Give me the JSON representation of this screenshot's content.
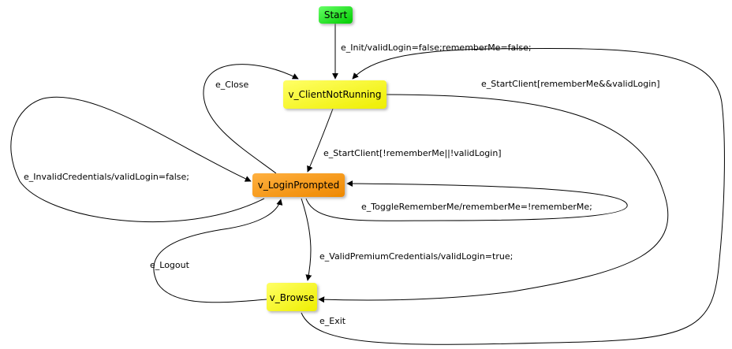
{
  "nodes": {
    "start": {
      "label": "Start",
      "color": "#00ee00"
    },
    "client_not_running": {
      "label": "v_ClientNotRunning",
      "color": "#ffff00"
    },
    "login_prompted": {
      "label": "v_LoginPrompted",
      "color": "#ff9900"
    },
    "browse": {
      "label": "v_Browse",
      "color": "#ffff00"
    }
  },
  "edges": {
    "init": "e_Init/validLogin=false;rememberMe=false;",
    "close": "e_Close",
    "start_client_valid": "e_StartClient[rememberMe&&validLogin]",
    "start_client_invalid": "e_StartClient[!rememberMe||!validLogin]",
    "invalid_credentials": "e_InvalidCredentials/validLogin=false;",
    "toggle_remember": "e_ToggleRememberMe/rememberMe=!rememberMe;",
    "logout": "e_Logout",
    "valid_premium": "e_ValidPremiumCredentials/validLogin=true;",
    "exit": "e_Exit"
  }
}
